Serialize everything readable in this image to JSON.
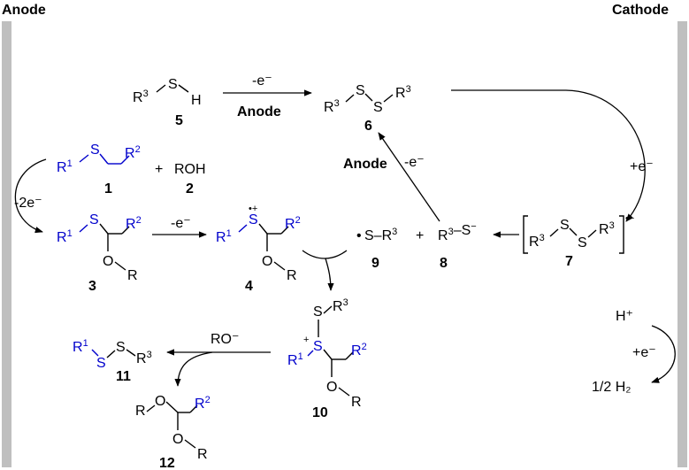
{
  "electrodes": {
    "anode": "Anode",
    "cathode": "Cathode"
  },
  "compounds": {
    "c1": "1",
    "c2": "2",
    "c3": "3",
    "c4": "4",
    "c5": "5",
    "c6": "6",
    "c7": "7",
    "c8": "8",
    "c9": "9",
    "c10": "10",
    "c11": "11",
    "c12": "12",
    "ROH": "ROH",
    "plus": "+"
  },
  "reagents": {
    "minus_e": "-e⁻",
    "minus_2e": "-2e⁻",
    "plus_e": "+e⁻",
    "anode_label": "Anode",
    "RO_minus": "RO⁻",
    "H_plus": "H⁺",
    "half_H2": "1/2 H₂"
  },
  "colors": {
    "substrate_blue": "#0000cc",
    "electrode_gray": "#bfbfbf"
  }
}
